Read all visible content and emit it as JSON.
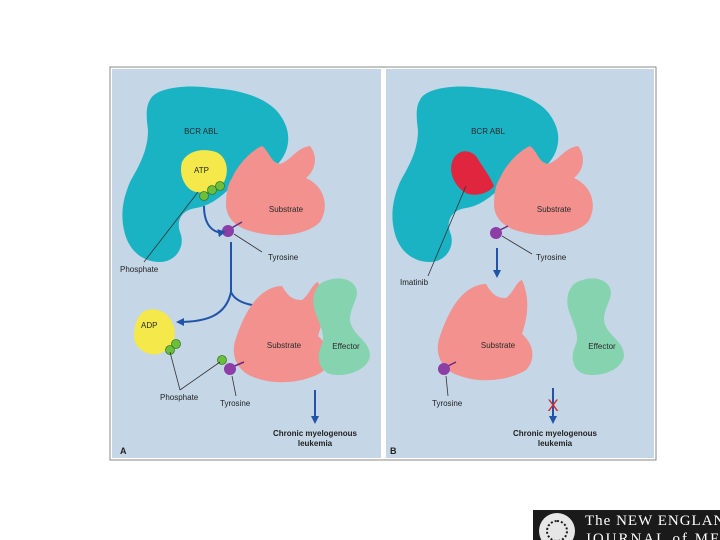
{
  "panel_a": {
    "letter": "A",
    "bcr_abl": "BCR ABL",
    "atp": "ATP",
    "substrate_top": "Substrate",
    "tyrosine_top": "Tyrosine",
    "phosphate_left": "Phosphate",
    "adp": "ADP",
    "substrate_bottom": "Substrate",
    "effector": "Effector",
    "phosphate_bottom": "Phosphate",
    "tyrosine_bottom": "Tyrosine",
    "outcome_line1": "Chronic myelogenous",
    "outcome_line2": "leukemia"
  },
  "panel_b": {
    "letter": "B",
    "bcr_abl": "BCR ABL",
    "substrate_top": "Substrate",
    "tyrosine_top": "Tyrosine",
    "imatinib": "Imatinib",
    "substrate_bottom": "Substrate",
    "effector": "Effector",
    "tyrosine_bottom": "Tyrosine",
    "block_mark": "X",
    "outcome_line1": "Chronic myelogenous",
    "outcome_line2": "leukemia"
  },
  "colors": {
    "background_panel": "#c5d6e6",
    "bcr_abl": "#1ab3c4",
    "substrate": "#f2918d",
    "effector": "#86d3b0",
    "atp_adp": "#f4e84a",
    "imatinib": "#e0263e",
    "phosphate": "#6cbf3c",
    "tyrosine": "#8c3ea6",
    "arrow": "#1f54a6",
    "block": "#d4282c"
  },
  "logo": {
    "line1": "The NEW ENGLAND",
    "line2": "JOURNAL of MEDICINE"
  }
}
